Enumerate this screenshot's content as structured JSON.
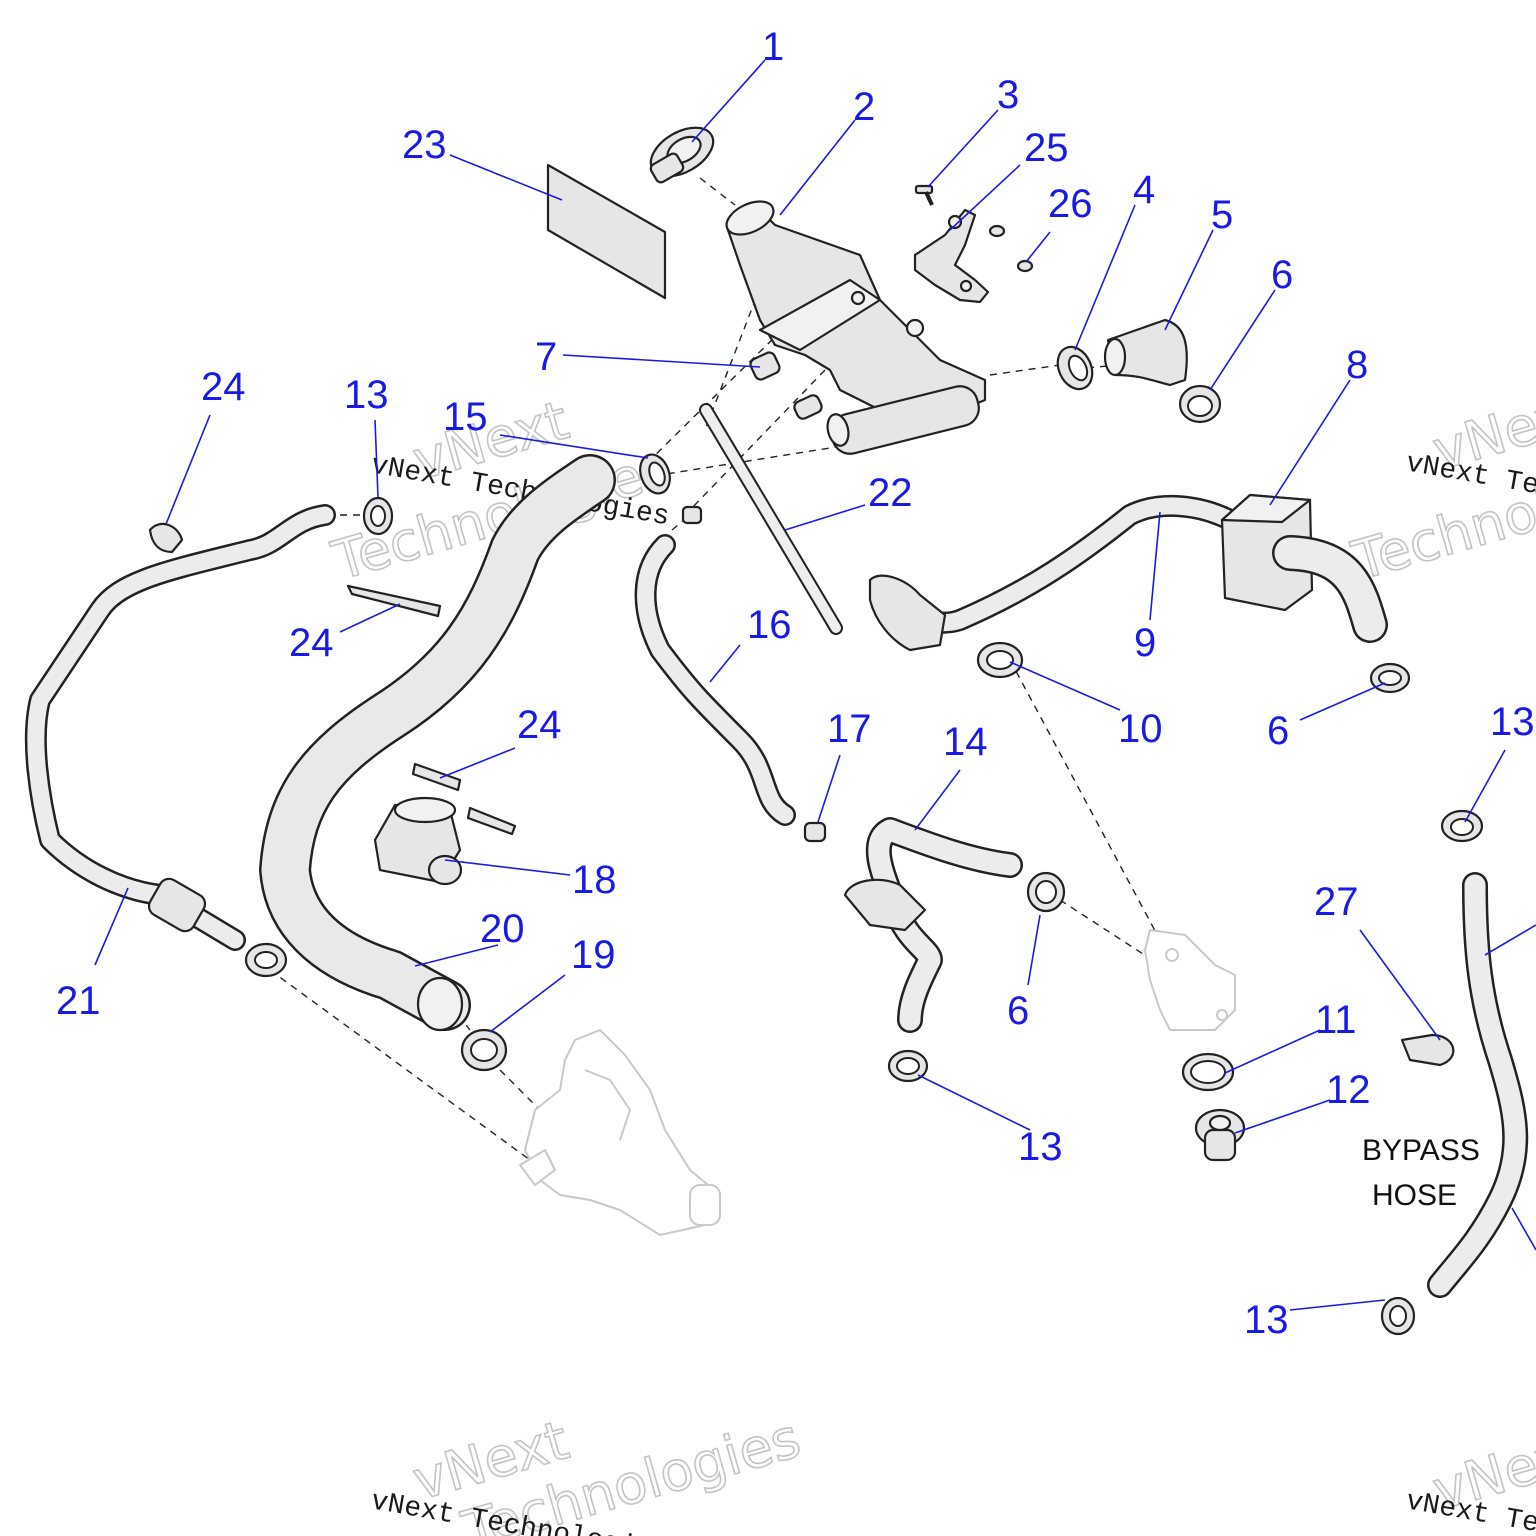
{
  "callouts": [
    "1",
    "2",
    "3",
    "4",
    "5",
    "6",
    "7",
    "8",
    "9",
    "10",
    "11",
    "12",
    "13",
    "14",
    "15",
    "16",
    "17",
    "18",
    "19",
    "20",
    "21",
    "22",
    "23",
    "24",
    "25",
    "26",
    "27"
  ],
  "bypass_label": {
    "line1": "BYPASS",
    "line2": "HOSE"
  },
  "watermark": {
    "brand": "vNext",
    "company": "vNext Technologies",
    "word": "Technologies"
  },
  "colors": {
    "callout": "#1a1ae6",
    "part_fill": "#e6e6e6",
    "line": "#222222",
    "ghost": "#c9c9c9"
  }
}
